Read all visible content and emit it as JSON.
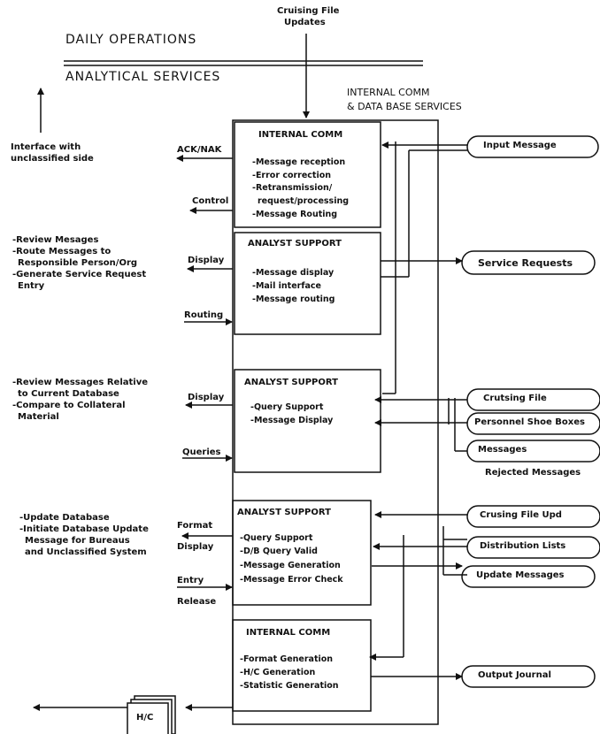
{
  "header": {
    "top_input": [
      "Cruising File",
      "Updates"
    ],
    "daily_operations": "DAILY OPERATIONS",
    "analytical_services": "ANALYTICAL SERVICES",
    "internal_comm_title": [
      "INTERNAL COMM",
      "& DATA BASE SERVICES"
    ]
  },
  "left_notes": {
    "interface": [
      "Interface with",
      "unclassified side"
    ],
    "note1": [
      "-Review Mesages",
      "-Route Messages to",
      "Responsible Person/Org",
      "-Generate Service Request",
      "Entry"
    ],
    "note2": [
      "-Review Messages Relative",
      "to Current Database",
      "-Compare to Collateral",
      "Material"
    ],
    "note3": [
      "-Update Database",
      "-Initiate Database Update",
      "Message for Bureaus",
      "and Unclassified System"
    ]
  },
  "boxes": [
    {
      "title": "INTERNAL COMM",
      "items": [
        "-Message reception",
        "-Error correction",
        "-Retransmission/",
        "request/processing",
        "-Message Routing"
      ]
    },
    {
      "title": "ANALYST SUPPORT",
      "items": [
        "-Message display",
        "-Mail interface",
        "-Message routing"
      ]
    },
    {
      "title": "ANALYST SUPPORT",
      "items": [
        "-Query Support",
        "-Message Display"
      ]
    },
    {
      "title": "ANALYST SUPPORT",
      "items": [
        "-Query Support",
        "-D/B Query Valid",
        "-Message Generation",
        "-Message Error Check"
      ]
    },
    {
      "title": "INTERNAL COMM",
      "items": [
        "-Format Generation",
        "-H/C Generation",
        "-Statistic Generation"
      ]
    }
  ],
  "left_port_labels": {
    "ack_nak": "ACK/NAK",
    "control": "Control",
    "display1": "Display",
    "routing": "Routing",
    "display2": "Display",
    "queries": "Queries",
    "format": "Format",
    "display3": "Display",
    "entry": "Entry",
    "release": "Release"
  },
  "terminals": [
    "Input Message",
    "Service Requests",
    "Crutsing File",
    "Personnel Shoe Boxes",
    "Messages",
    "Crusing File Upd",
    "Distribution Lists",
    "Update Messages",
    "Output Journal"
  ],
  "rejected_messages": "Rejected Messages",
  "hc": "H/C"
}
